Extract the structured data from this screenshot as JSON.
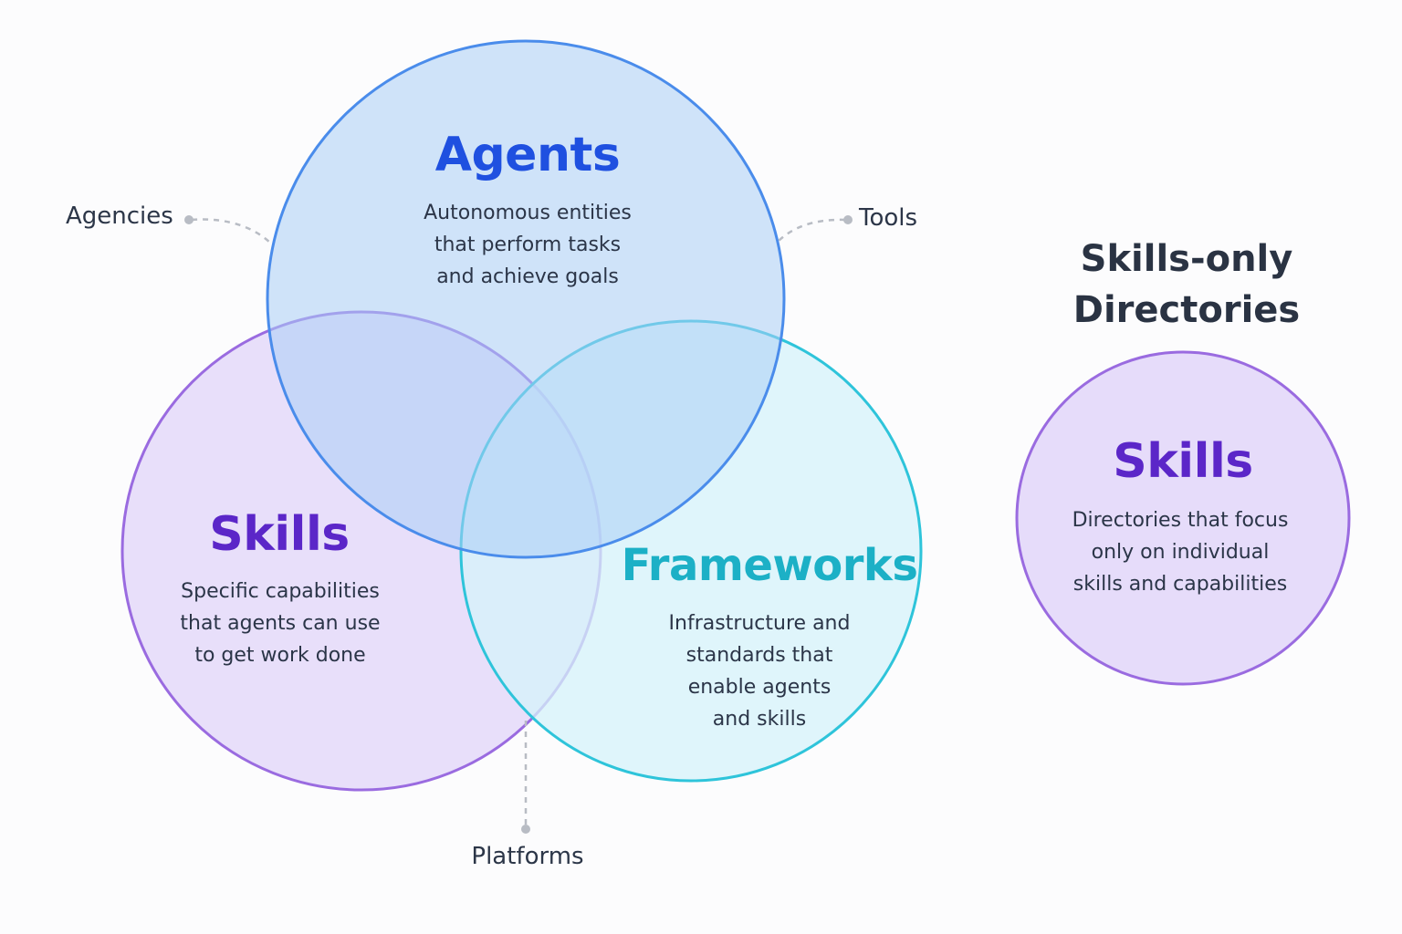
{
  "colors": {
    "agents": "#1f50e0",
    "skills": "#5b26c8",
    "frameworks": "#1cb0c6",
    "agents_fill": "#cfe3fb",
    "agents_stroke": "#4a8ceb",
    "skills_fill": "#e6dcfa",
    "skills_stroke": "#9a6be0",
    "frameworks_fill": "#d6f3fa",
    "frameworks_stroke": "#2ec4da",
    "callout_text": "#2c3648",
    "connector": "#b8bcc4"
  },
  "venn": {
    "agents": {
      "title": "Agents",
      "desc": [
        "Autonomous entities",
        "that perform tasks",
        "and achieve goals"
      ]
    },
    "skills": {
      "title": "Skills",
      "desc": [
        "Specific capabilities",
        "that agents can use",
        "to get work done"
      ]
    },
    "frameworks": {
      "title": "Frameworks",
      "desc": [
        "Infrastructure and",
        "standards that",
        "enable agents",
        "and skills"
      ]
    }
  },
  "callouts": {
    "agencies": "Agencies",
    "tools": "Tools",
    "platforms": "Platforms"
  },
  "side_panel": {
    "heading": [
      "Skills-only",
      "Directories"
    ],
    "circle_title": "Skills",
    "circle_desc": [
      "Directories that focus",
      "only on individual",
      "skills and capabilities"
    ]
  }
}
